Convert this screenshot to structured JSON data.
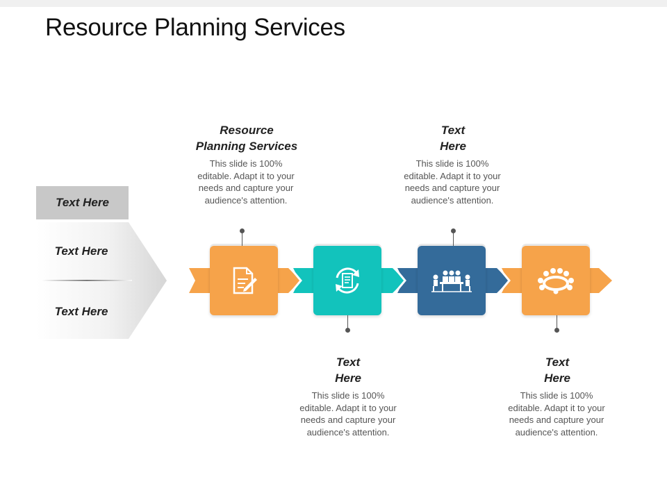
{
  "title": "Resource Planning Services",
  "left_panel": {
    "items": [
      "Text Here",
      "Text Here",
      "Text Here"
    ]
  },
  "steps": [
    {
      "heading_line1": "Resource",
      "heading_line2": "Planning Services",
      "desc_lines": [
        "This slide is 100%",
        "editable. Adapt it to your",
        "needs and capture your",
        "audience's attention."
      ],
      "icon": "document-edit-icon",
      "color": "#F6A34A"
    },
    {
      "heading_line1": "Text",
      "heading_line2": "Here",
      "desc_lines": [
        "This slide is 100%",
        "editable. Adapt it to your",
        "needs and capture your",
        "audience's attention."
      ],
      "icon": "document-refresh-icon",
      "color": "#12C3BC"
    },
    {
      "heading_line1": "Text",
      "heading_line2": "Here",
      "desc_lines": [
        "This slide is 100%",
        "editable. Adapt it to your",
        "needs and capture your",
        "audience's attention."
      ],
      "icon": "meeting-table-icon",
      "color": "#346B9A"
    },
    {
      "heading_line1": "Text",
      "heading_line2": "Here",
      "desc_lines": [
        "This slide is 100%",
        "editable. Adapt it to your",
        "needs and capture your",
        "audience's attention."
      ],
      "icon": "group-circle-icon",
      "color": "#F6A34A"
    }
  ]
}
